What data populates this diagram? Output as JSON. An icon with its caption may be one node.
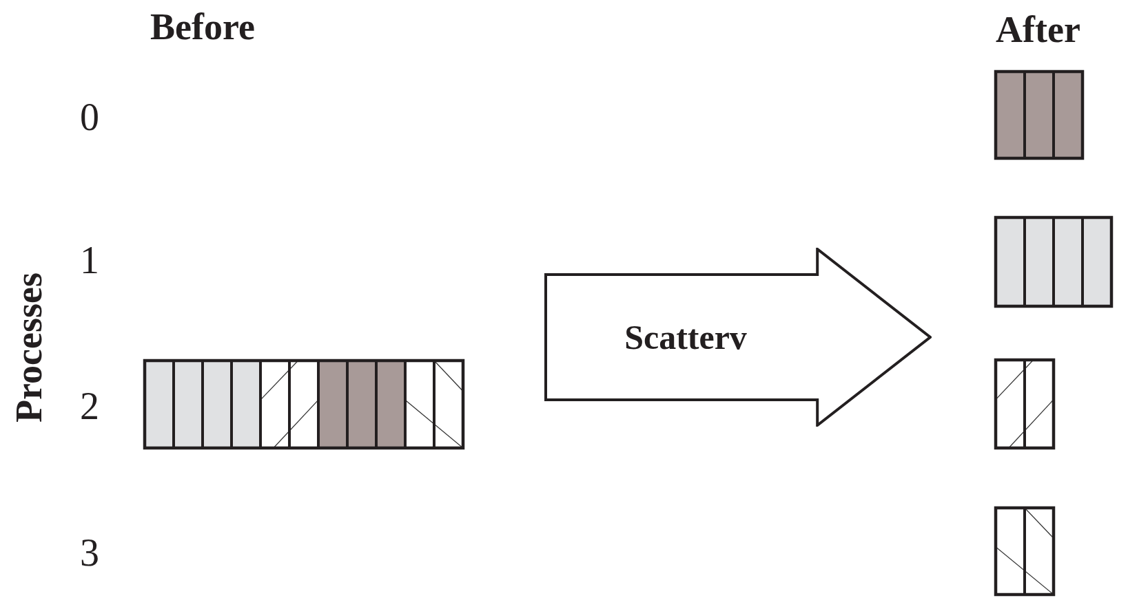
{
  "diagram": {
    "nodes": [
      {
        "text": [
          "Scatterv"
        ]
      }
    ],
    "labels": [
      "Before",
      "After",
      "0",
      "1",
      "2",
      "3",
      "Processes"
    ]
  }
}
